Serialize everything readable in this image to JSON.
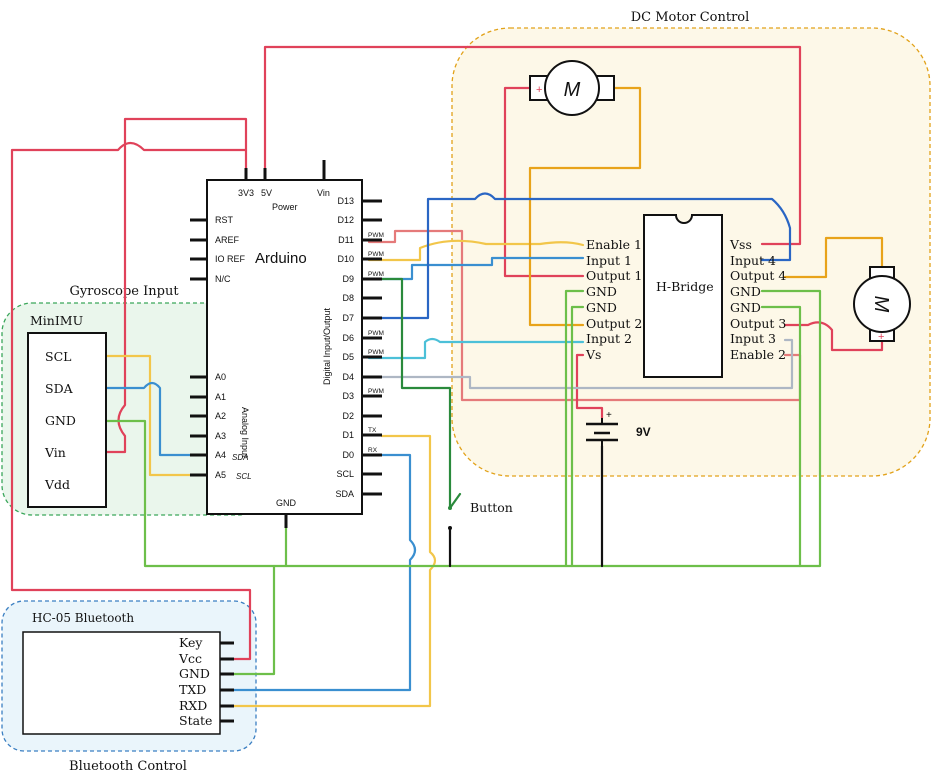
{
  "regions": {
    "dc_motor_control": "DC Motor Control",
    "gyroscope_input": "Gyroscope Input",
    "hc05_bluetooth": "HC-05 Bluetooth",
    "bluetooth_control": "Bluetooth Control"
  },
  "arduino": {
    "name": "Arduino",
    "power_label": "Power",
    "top_pins": [
      "3V3",
      "5V",
      "Vin"
    ],
    "left_pins": [
      "RST",
      "AREF",
      "IO REF",
      "N/C"
    ],
    "analog_pins": [
      "A0",
      "A1",
      "A2",
      "A3",
      "A4",
      "A5"
    ],
    "analog_label": "Analog Input",
    "digital_label": "Digital Input/Output",
    "right_pins": [
      "D13",
      "D12",
      "D11",
      "D10",
      "D9",
      "D8",
      "D7",
      "D6",
      "D5",
      "D4",
      "D3",
      "D2",
      "D1",
      "D0",
      "SCL",
      "SDA"
    ],
    "pwm_label": "PWM",
    "tx_label": "TX",
    "rx_label": "RX",
    "gnd_label": "GND",
    "handwritten_sda": "SDA",
    "handwritten_scl": "SCL"
  },
  "minimu": {
    "title": "MinIMU",
    "pins": [
      "SCL",
      "SDA",
      "GND",
      "Vin",
      "Vdd"
    ]
  },
  "bluetooth": {
    "pins": [
      "Key",
      "Vcc",
      "GND",
      "TXD",
      "RXD",
      "State"
    ]
  },
  "hbridge": {
    "title": "H-Bridge",
    "left_pins": [
      "Enable 1",
      "Input 1",
      "Output 1",
      "GND",
      "GND",
      "Output 2",
      "Input 2",
      "Vs"
    ],
    "right_pins": [
      "Vss",
      "Input 4",
      "Output 4",
      "GND",
      "GND",
      "Output 3",
      "Input 3",
      "Enable 2"
    ]
  },
  "battery": {
    "label": "9V",
    "plus": "+"
  },
  "button": {
    "label": "Button"
  },
  "motors": {
    "symbol": "M",
    "plus": "+"
  }
}
